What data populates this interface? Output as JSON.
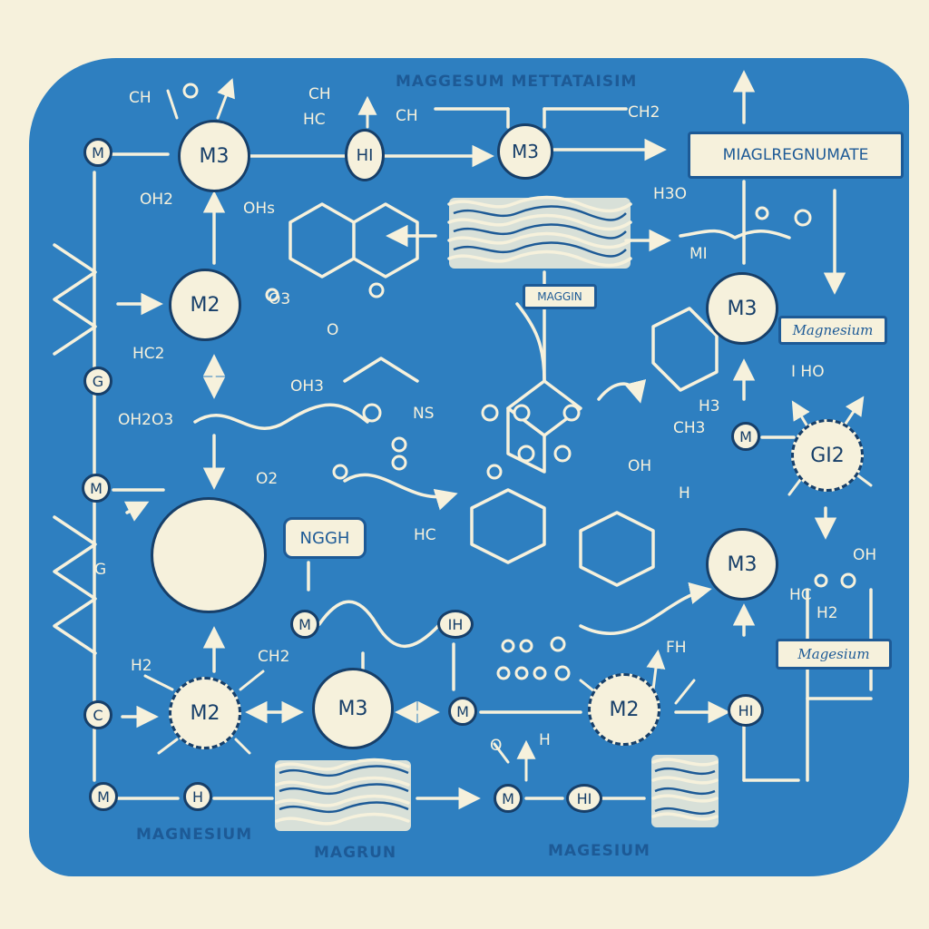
{
  "title": "MAGGESUM METTATAISIM",
  "header_box": "MIAGLREGNUMATE",
  "side_boxes": {
    "upper": "Magnesium",
    "lower": "Magesium"
  },
  "small_box": "MAGGIN",
  "ngh_box": "NGGH",
  "bottom_labels": {
    "left": "MAGNESIUM",
    "middle": "MAGRUN",
    "right": "MAGESIUM"
  },
  "nodes": {
    "m_top_left": "M",
    "m3_top": "M3",
    "hi_top": "HI",
    "m3_top_center": "M3",
    "g_left": "G",
    "m2_left": "M2",
    "m3_right": "M3",
    "m_right": "M",
    "gi2_right": "GI2",
    "m_left_mid": "M",
    "m3_right_low": "M3",
    "m_wave_left": "M",
    "ih_wave_right": "IH",
    "c_left": "C",
    "m2_bottom_left": "M2",
    "m3_bottom_center": "M3",
    "m_bottom_center": "M",
    "m2_bottom_right": "M2",
    "hi_bottom_right": "HI",
    "m_bottom_left": "M",
    "h_bottom": "H",
    "m_bottom_mid": "M",
    "hi_bottom_mid": "HI"
  },
  "formulas": {
    "ch_top": "CH",
    "hc_top": "HC",
    "ch_right_top": "CH",
    "ch2_top": "CH2",
    "oh2_left": "OH2",
    "ohs_ring": "OHs",
    "o3_ring": "O3",
    "h3o_right": "H3O",
    "mi_right": "MI",
    "o_ring_top": "O",
    "hc2_left": "HC2",
    "oh3_center": "OH3",
    "oh2o3_left": "OH2O3",
    "ns_center": "NS",
    "o2_left": "O2",
    "h3_ring": "H3",
    "ch3_right": "CH3",
    "hc_center": "HC",
    "oh_center": "OH",
    "h_right_top": "H",
    "hc_right_low": "HC",
    "h2_right_low": "H2",
    "ch2_bottom_left": "CH2",
    "h2_bottom_left": "H2",
    "fh_bottom": "FH",
    "h_bottom_mid": "H",
    "o_bottom_mid": "O",
    "g_letter_left": "G",
    "oh_right": "OH",
    "i_ho_right": "I HO"
  },
  "colors": {
    "background": "#f6f1dc",
    "panel": "#2e7fc0",
    "ink": "#173f69",
    "title": "#1d5a96"
  }
}
